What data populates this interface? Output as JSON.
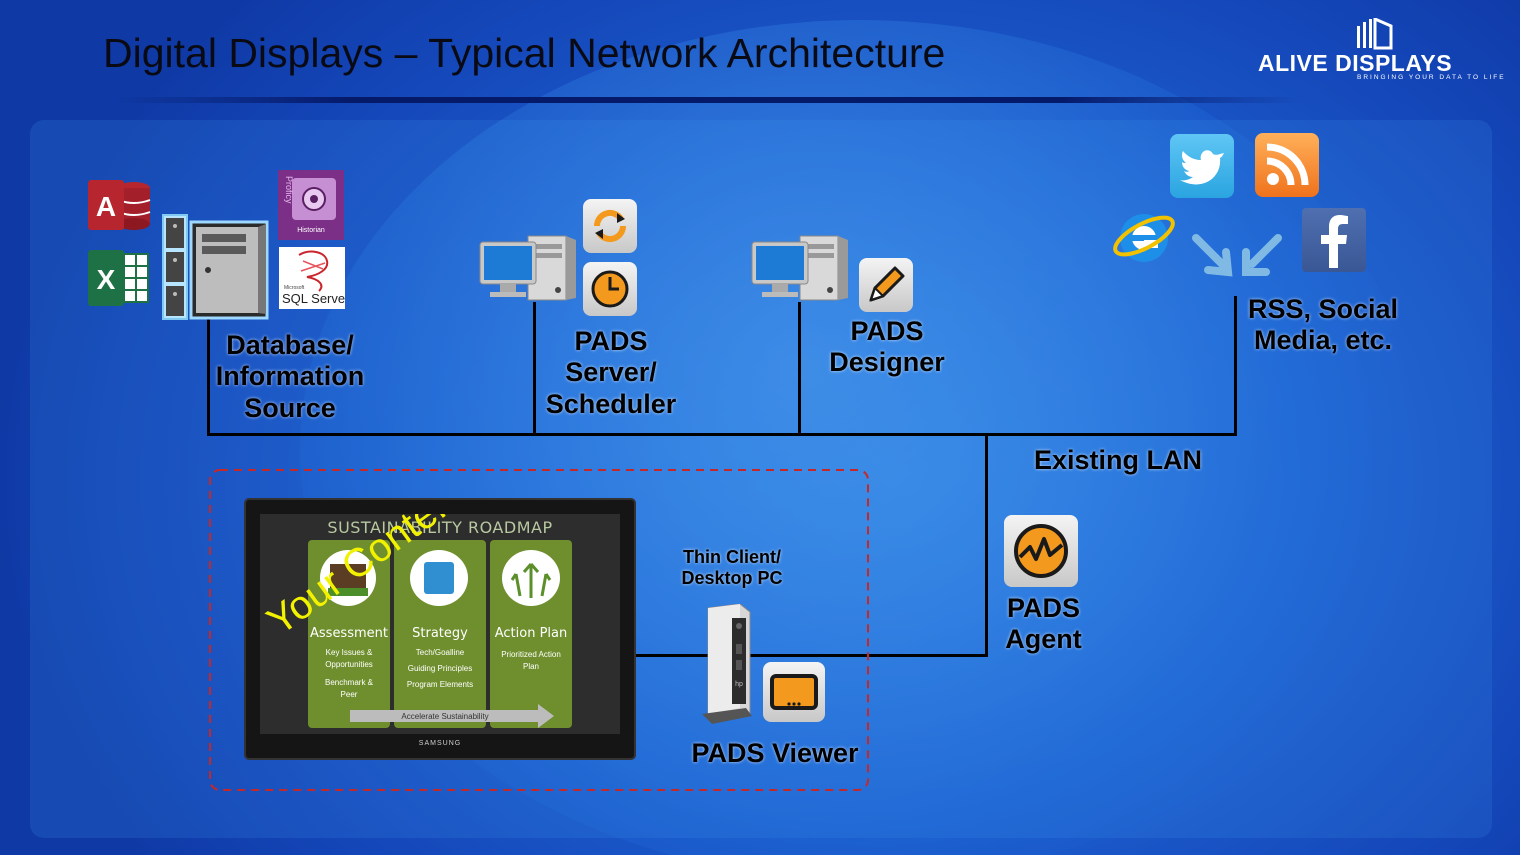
{
  "title": "Digital Displays – Typical Network Architecture",
  "logo": {
    "brand": "ALIVE DISPLAYS",
    "tagline": "BRINGING YOUR DATA TO LIFE"
  },
  "nodes": {
    "database": {
      "label": "Database/ Information Source"
    },
    "server": {
      "label": "PADS Server/ Scheduler"
    },
    "designer": {
      "label": "PADS Designer"
    },
    "social": {
      "label": "RSS, Social Media, etc."
    },
    "lan": {
      "label": "Existing LAN"
    },
    "agent": {
      "label": "PADS Agent"
    },
    "thin_client": {
      "label": "Thin Client/ Desktop PC"
    },
    "viewer": {
      "label": "PADS Viewer"
    }
  },
  "source_icons": {
    "historian_label": "Historian",
    "proficy_label": "Proficy",
    "sql_label": "SQL Server",
    "microsoft_label": "Microsoft"
  },
  "screen": {
    "heading": "SUSTAINABILITY ROADMAP",
    "cards": [
      {
        "title": "Assessment",
        "lines": [
          "Key Issues &",
          "Opportunities",
          "Benchmark &",
          "Peer"
        ]
      },
      {
        "title": "Strategy",
        "lines": [
          "Tech/Goalline",
          "Guiding Principles",
          "Program Elements"
        ]
      },
      {
        "title": "Action Plan",
        "lines": [
          "Prioritized Action",
          "Plan"
        ]
      }
    ],
    "arrow_label": "Accelerate Sustainability",
    "brand": "SAMSUNG",
    "overlay": "Your Content...",
    "device_brand": "hp"
  },
  "colors": {
    "accent_orange": "#f39a1e",
    "background_blue": "#1d5fcf",
    "overlay_yellow": "#f2f200",
    "dashed_red": "#c62828"
  }
}
